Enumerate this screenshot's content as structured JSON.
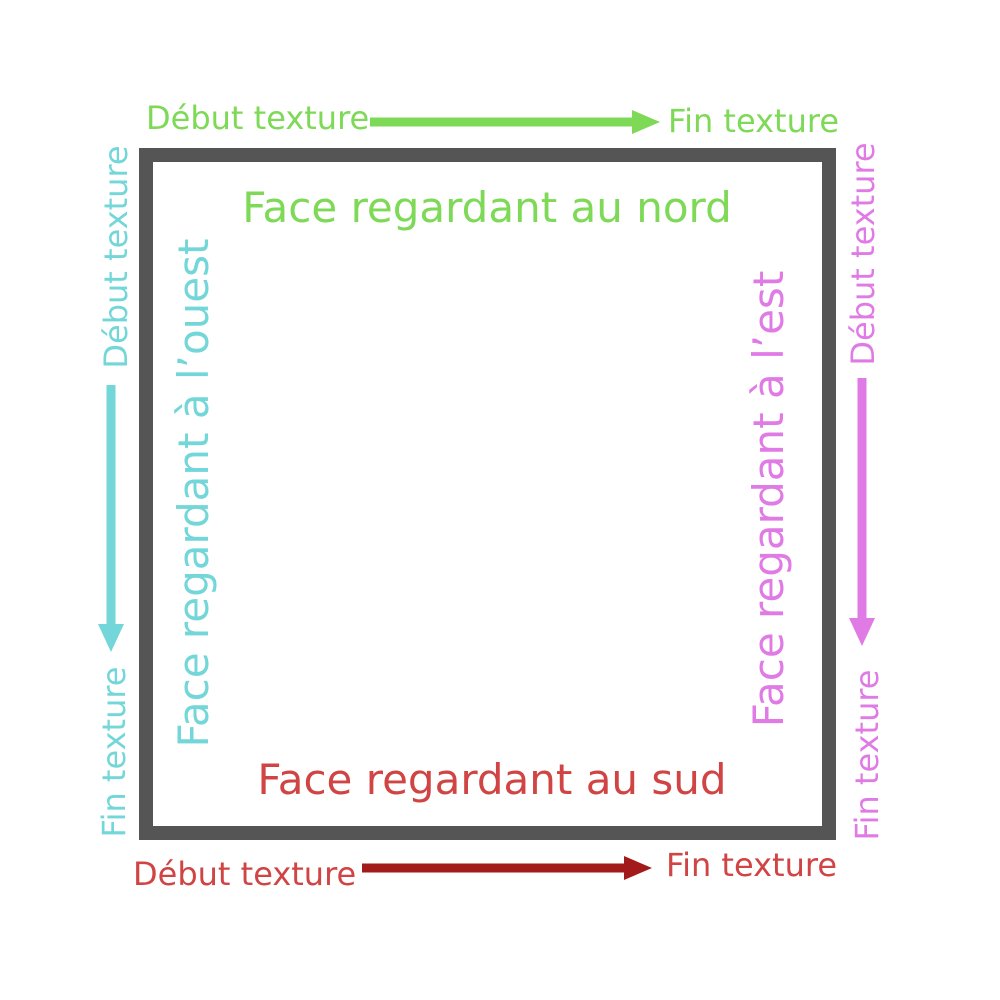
{
  "colors": {
    "north": "#7ed957",
    "west": "#73d6d8",
    "east": "#e07be6",
    "south_text": "#d04444",
    "south_arrow": "#a31a1a",
    "square_border": "#555555"
  },
  "north": {
    "face_label": "Face regardant au nord",
    "start_label": "Début texture",
    "end_label": "Fin texture"
  },
  "south": {
    "face_label": "Face regardant au sud",
    "start_label": "Début texture",
    "end_label": "Fin texture"
  },
  "west": {
    "face_label": "Face regardant à l’ouest",
    "start_label": "Début texture",
    "end_label": "Fin texture"
  },
  "east": {
    "face_label": "Face regardant à l’est",
    "start_label": "Début texture",
    "end_label": "Fin texture"
  }
}
